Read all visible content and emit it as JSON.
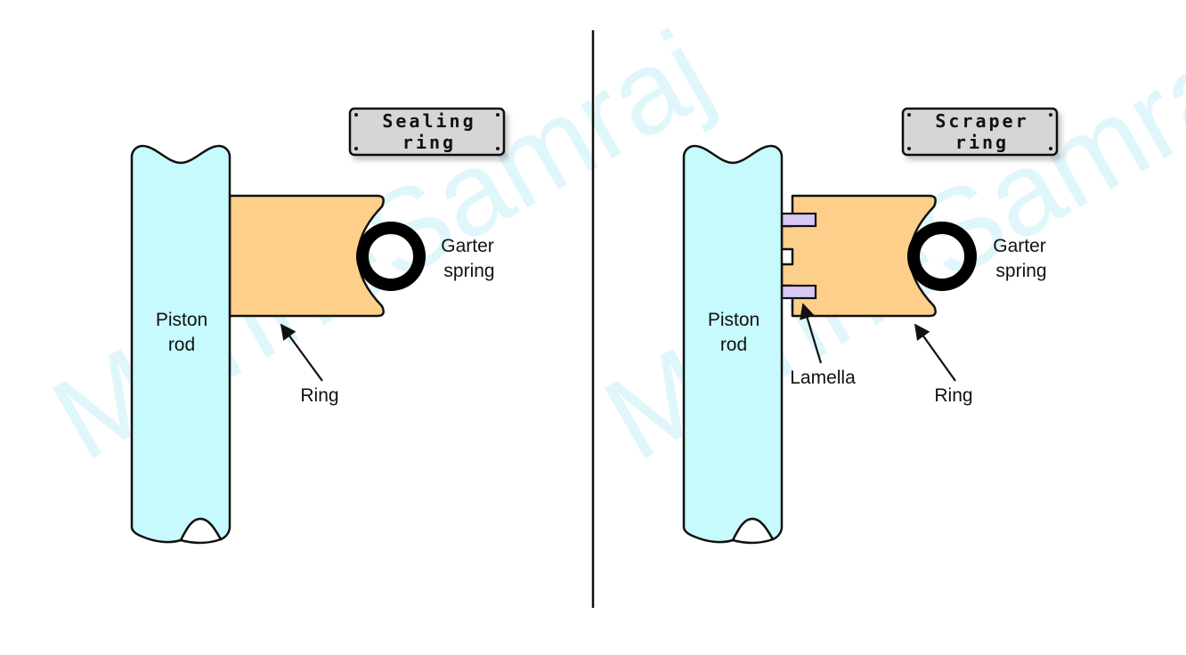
{
  "watermark": "MarineSamraj",
  "colors": {
    "rod_fill": "#c6fafc",
    "ring_fill": "#fecf8a",
    "lamella_fill": "#d9c8f5",
    "spring": "#000000",
    "plate_fill": "#d6d6d6",
    "watermark": "#dff6fb"
  },
  "left_panel": {
    "plate": {
      "line1": "Sealing",
      "line2": "ring"
    },
    "rod_label": {
      "line1": "Piston",
      "line2": "rod"
    },
    "spring_label": {
      "line1": "Garter",
      "line2": "spring"
    },
    "ring_label": "Ring"
  },
  "right_panel": {
    "plate": {
      "line1": "Scraper",
      "line2": "ring"
    },
    "rod_label": {
      "line1": "Piston",
      "line2": "rod"
    },
    "spring_label": {
      "line1": "Garter",
      "line2": "spring"
    },
    "ring_label": "Ring",
    "lamella_label": "Lamella"
  }
}
